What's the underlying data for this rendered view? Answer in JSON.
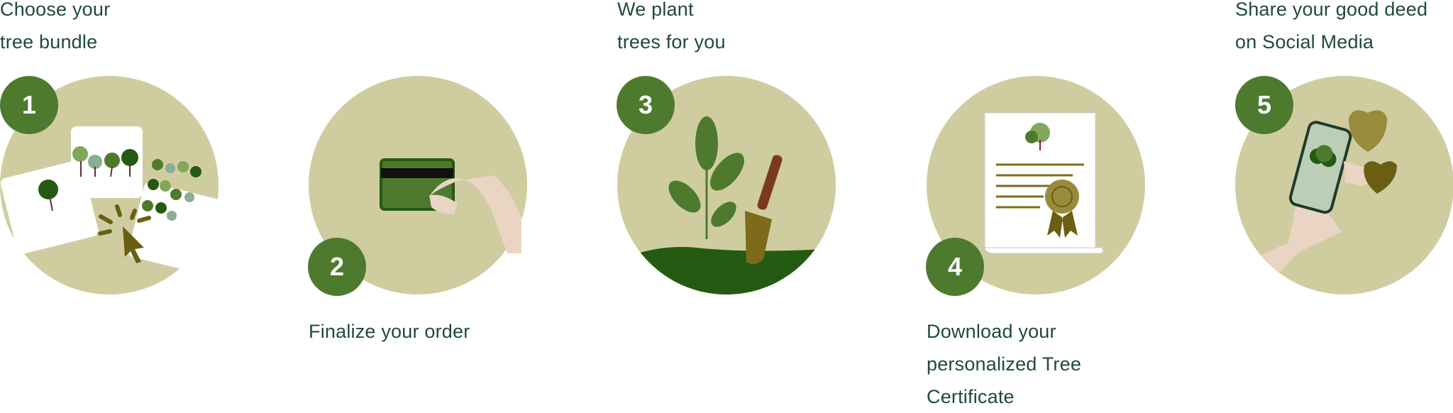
{
  "colors": {
    "circle": "#cfcd9f",
    "badge": "#4e7a2e",
    "text": "#1f4a3a"
  },
  "steps": [
    {
      "number": "1",
      "title": [
        "Choose your",
        "tree bundle"
      ]
    },
    {
      "number": "2",
      "title": [
        "Finalize your order"
      ]
    },
    {
      "number": "3",
      "title": [
        "We plant",
        "trees for you"
      ]
    },
    {
      "number": "4",
      "title": [
        "Download your",
        "personalized Tree",
        "Certificate"
      ]
    },
    {
      "number": "5",
      "title": [
        "Share your good deed",
        "on Social Media"
      ]
    }
  ]
}
